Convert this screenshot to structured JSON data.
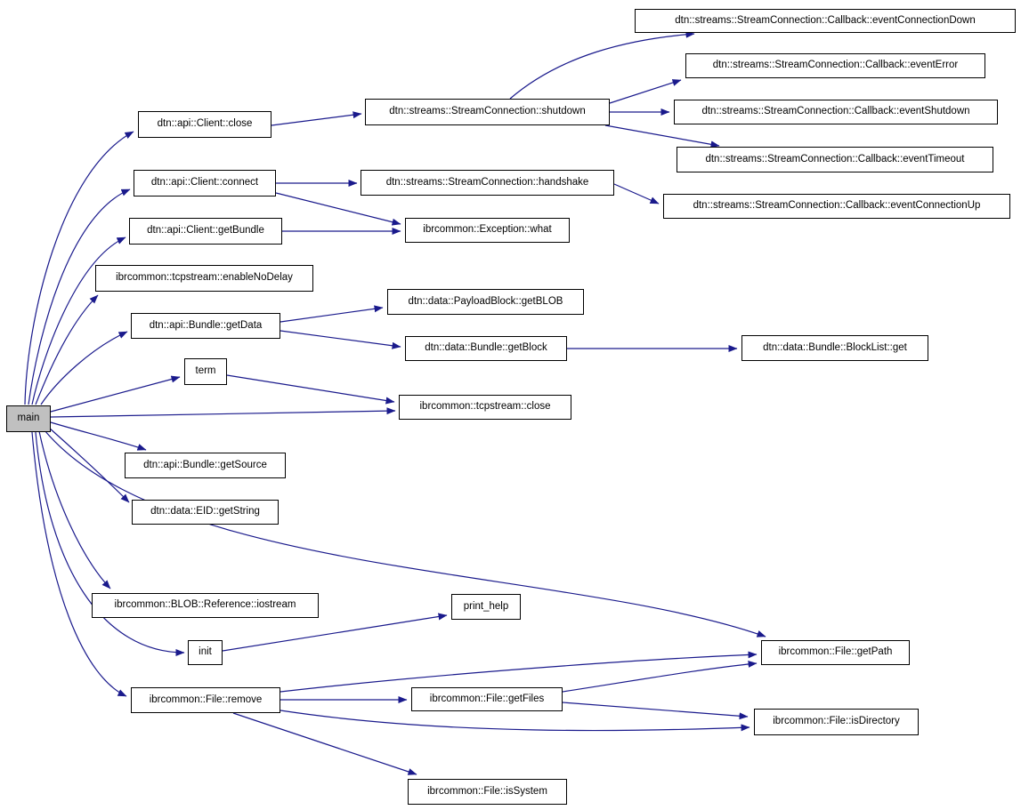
{
  "diagram": {
    "kind": "call-graph",
    "focus_node": "main",
    "colors": {
      "edge": "#1a1a8c",
      "node_bg": "#ffffff",
      "node_border": "#000000",
      "focus_bg": "#c0c0c0",
      "text": "#000000",
      "background": "#ffffff"
    },
    "nodes": [
      {
        "id": "main",
        "label": "main"
      },
      {
        "id": "client_close",
        "label": "dtn::api::Client::close"
      },
      {
        "id": "client_connect",
        "label": "dtn::api::Client::connect"
      },
      {
        "id": "client_getbundle",
        "label": "dtn::api::Client::getBundle"
      },
      {
        "id": "enablenodelay",
        "label": "ibrcommon::tcpstream::enableNoDelay"
      },
      {
        "id": "bundle_getdata",
        "label": "dtn::api::Bundle::getData"
      },
      {
        "id": "term",
        "label": "term"
      },
      {
        "id": "bundle_getsource",
        "label": "dtn::api::Bundle::getSource"
      },
      {
        "id": "eid_getstring",
        "label": "dtn::data::EID::getString"
      },
      {
        "id": "blob_iostream",
        "label": "ibrcommon::BLOB::Reference::iostream"
      },
      {
        "id": "init",
        "label": "init"
      },
      {
        "id": "file_remove",
        "label": "ibrcommon::File::remove"
      },
      {
        "id": "sc_shutdown",
        "label": "dtn::streams::StreamConnection::shutdown"
      },
      {
        "id": "sc_handshake",
        "label": "dtn::streams::StreamConnection::handshake"
      },
      {
        "id": "exception_what",
        "label": "ibrcommon::Exception::what"
      },
      {
        "id": "payload_getblob",
        "label": "dtn::data::PayloadBlock::getBLOB"
      },
      {
        "id": "bundle_getblock",
        "label": "dtn::data::Bundle::getBlock"
      },
      {
        "id": "tcp_close",
        "label": "ibrcommon::tcpstream::close"
      },
      {
        "id": "print_help",
        "label": "print_help"
      },
      {
        "id": "file_getfiles",
        "label": "ibrcommon::File::getFiles"
      },
      {
        "id": "file_issystem",
        "label": "ibrcommon::File::isSystem"
      },
      {
        "id": "ev_conn_down",
        "label": "dtn::streams::StreamConnection::Callback::eventConnectionDown"
      },
      {
        "id": "ev_error",
        "label": "dtn::streams::StreamConnection::Callback::eventError"
      },
      {
        "id": "ev_shutdown",
        "label": "dtn::streams::StreamConnection::Callback::eventShutdown"
      },
      {
        "id": "ev_timeout",
        "label": "dtn::streams::StreamConnection::Callback::eventTimeout"
      },
      {
        "id": "ev_conn_up",
        "label": "dtn::streams::StreamConnection::Callback::eventConnectionUp"
      },
      {
        "id": "blocklist_get",
        "label": "dtn::data::Bundle::BlockList::get"
      },
      {
        "id": "file_getpath",
        "label": "ibrcommon::File::getPath"
      },
      {
        "id": "file_isdirectory",
        "label": "ibrcommon::File::isDirectory"
      }
    ],
    "edges": [
      {
        "from": "main",
        "to": "client_close"
      },
      {
        "from": "main",
        "to": "client_connect"
      },
      {
        "from": "main",
        "to": "client_getbundle"
      },
      {
        "from": "main",
        "to": "enablenodelay"
      },
      {
        "from": "main",
        "to": "bundle_getdata"
      },
      {
        "from": "main",
        "to": "term"
      },
      {
        "from": "main",
        "to": "tcp_close"
      },
      {
        "from": "main",
        "to": "bundle_getsource"
      },
      {
        "from": "main",
        "to": "eid_getstring"
      },
      {
        "from": "main",
        "to": "file_getpath"
      },
      {
        "from": "main",
        "to": "blob_iostream"
      },
      {
        "from": "main",
        "to": "init"
      },
      {
        "from": "main",
        "to": "file_remove"
      },
      {
        "from": "client_close",
        "to": "sc_shutdown"
      },
      {
        "from": "client_connect",
        "to": "sc_handshake"
      },
      {
        "from": "client_connect",
        "to": "exception_what"
      },
      {
        "from": "client_getbundle",
        "to": "exception_what"
      },
      {
        "from": "bundle_getdata",
        "to": "payload_getblob"
      },
      {
        "from": "bundle_getdata",
        "to": "bundle_getblock"
      },
      {
        "from": "bundle_getblock",
        "to": "blocklist_get"
      },
      {
        "from": "sc_shutdown",
        "to": "ev_conn_down"
      },
      {
        "from": "sc_shutdown",
        "to": "ev_error"
      },
      {
        "from": "sc_shutdown",
        "to": "ev_shutdown"
      },
      {
        "from": "sc_shutdown",
        "to": "ev_timeout"
      },
      {
        "from": "sc_handshake",
        "to": "ev_conn_up"
      },
      {
        "from": "term",
        "to": "tcp_close"
      },
      {
        "from": "init",
        "to": "print_help"
      },
      {
        "from": "file_remove",
        "to": "file_getfiles"
      },
      {
        "from": "file_remove",
        "to": "file_getpath"
      },
      {
        "from": "file_remove",
        "to": "file_isdirectory"
      },
      {
        "from": "file_remove",
        "to": "file_issystem"
      },
      {
        "from": "file_getfiles",
        "to": "file_getpath"
      },
      {
        "from": "file_getfiles",
        "to": "file_isdirectory"
      }
    ]
  }
}
